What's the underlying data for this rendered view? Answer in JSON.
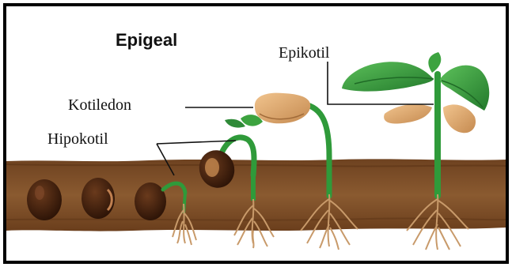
{
  "diagram": {
    "title": "Epigeal",
    "labels": {
      "epikotil": "Epikotil",
      "kotiledon": "Kotiledon",
      "hipokotil": "Hipokotil"
    }
  },
  "colors": {
    "soil": "#7a4a22",
    "soil_dark": "#5b3416",
    "seed": "#3a1c0c",
    "cotyledon": "#d9a36b",
    "stem": "#2f9a3a",
    "leaf": "#3ca33f",
    "root": "#c89a6a",
    "frame": "#000000"
  }
}
